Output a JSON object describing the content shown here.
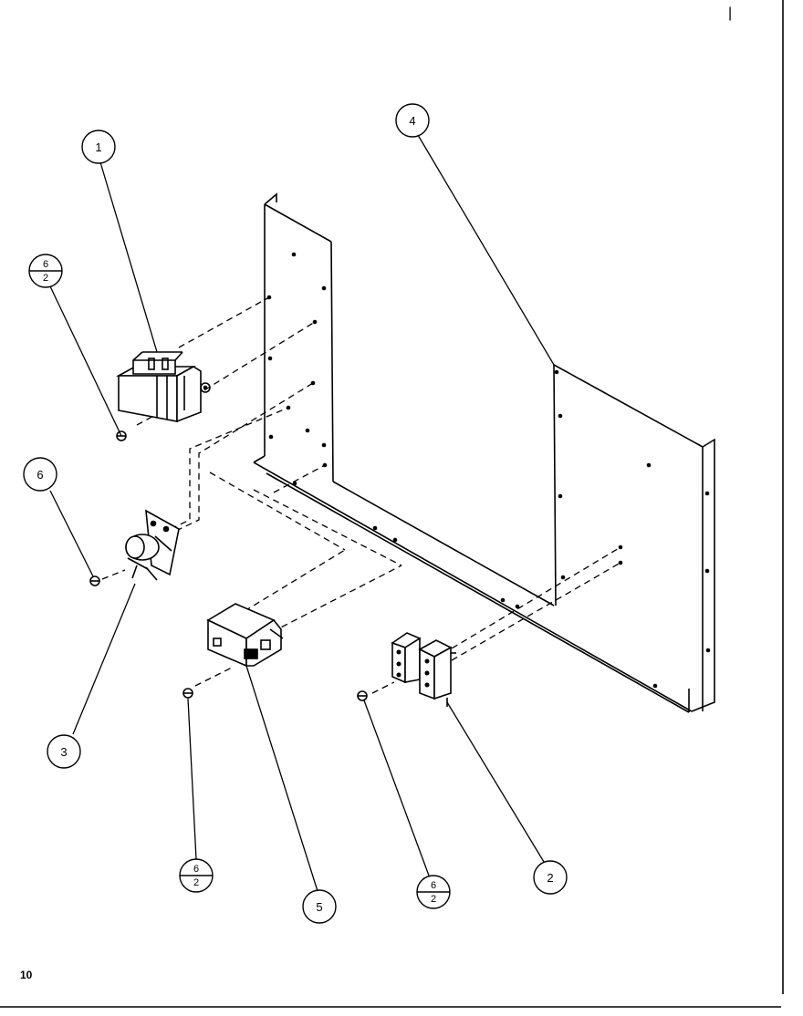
{
  "page_number": "10",
  "corner_mark": "|",
  "callouts": [
    {
      "id": "1",
      "label": "1",
      "type": "part"
    },
    {
      "id": "2",
      "label": "2",
      "type": "part"
    },
    {
      "id": "3",
      "label": "3",
      "type": "part"
    },
    {
      "id": "4",
      "label": "4",
      "type": "part"
    },
    {
      "id": "5",
      "label": "5",
      "type": "part"
    },
    {
      "id": "6",
      "label": "6",
      "type": "part"
    }
  ],
  "fraction_callouts": [
    {
      "top": "6",
      "bottom": "2"
    },
    {
      "top": "6",
      "bottom": "2"
    },
    {
      "top": "6",
      "bottom": "2"
    }
  ],
  "parts": [
    {
      "callout": "1",
      "depicts": "transformer"
    },
    {
      "callout": "2",
      "depicts": "terminal-block"
    },
    {
      "callout": "3",
      "depicts": "thermostat-switch"
    },
    {
      "callout": "4",
      "depicts": "mounting-panel"
    },
    {
      "callout": "5",
      "depicts": "relay"
    },
    {
      "callout": "6",
      "depicts": "screw"
    }
  ]
}
